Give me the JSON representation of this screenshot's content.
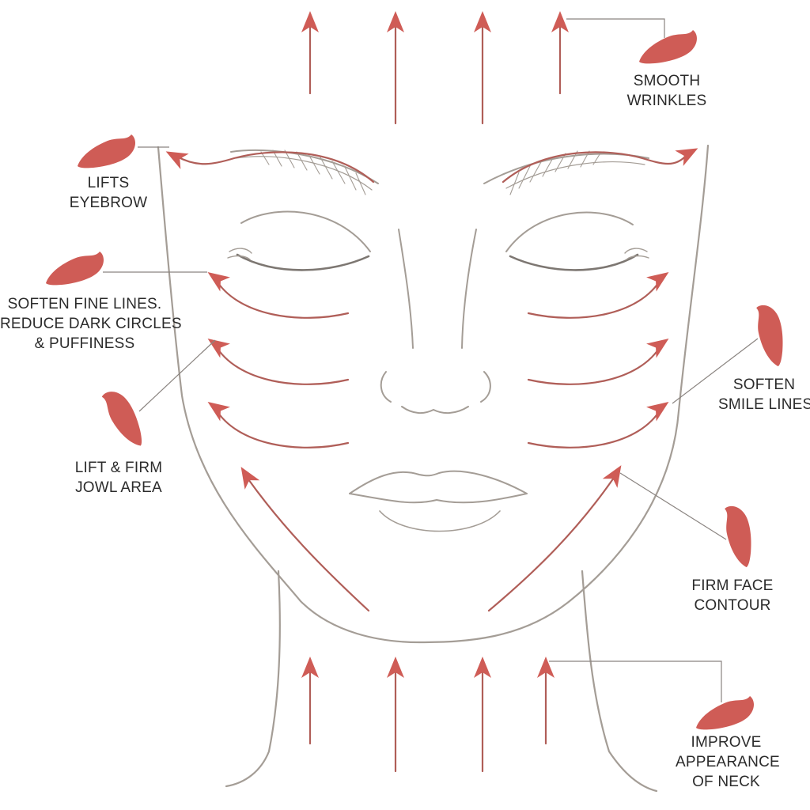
{
  "colors": {
    "stone": "#cf5c56",
    "arrow": "#b05e58",
    "outline": "#a49d96",
    "text": "#2b2b2b",
    "leader": "#8a8480"
  },
  "icons": {
    "stone": "gua-sha-stone-icon",
    "arrow": "arrow-up-icon"
  },
  "labels": {
    "smooth_wrinkles": [
      "SMOOTH",
      "WRINKLES"
    ],
    "lifts_eyebrow": [
      "LIFTS",
      "EYEBROW"
    ],
    "soften_fine_lines": [
      "SOFTEN FINE LINES.",
      "REDUCE DARK CIRCLES",
      "& PUFFINESS"
    ],
    "soften_smile_lines": [
      "SOFTEN",
      "SMILE LINES"
    ],
    "lift_firm_jowl": [
      "LIFT & FIRM",
      "JOWL AREA"
    ],
    "firm_face_contour": [
      "FIRM FACE",
      "CONTOUR"
    ],
    "improve_neck": [
      "IMPROVE",
      "APPEARANCE",
      "OF NECK"
    ]
  }
}
